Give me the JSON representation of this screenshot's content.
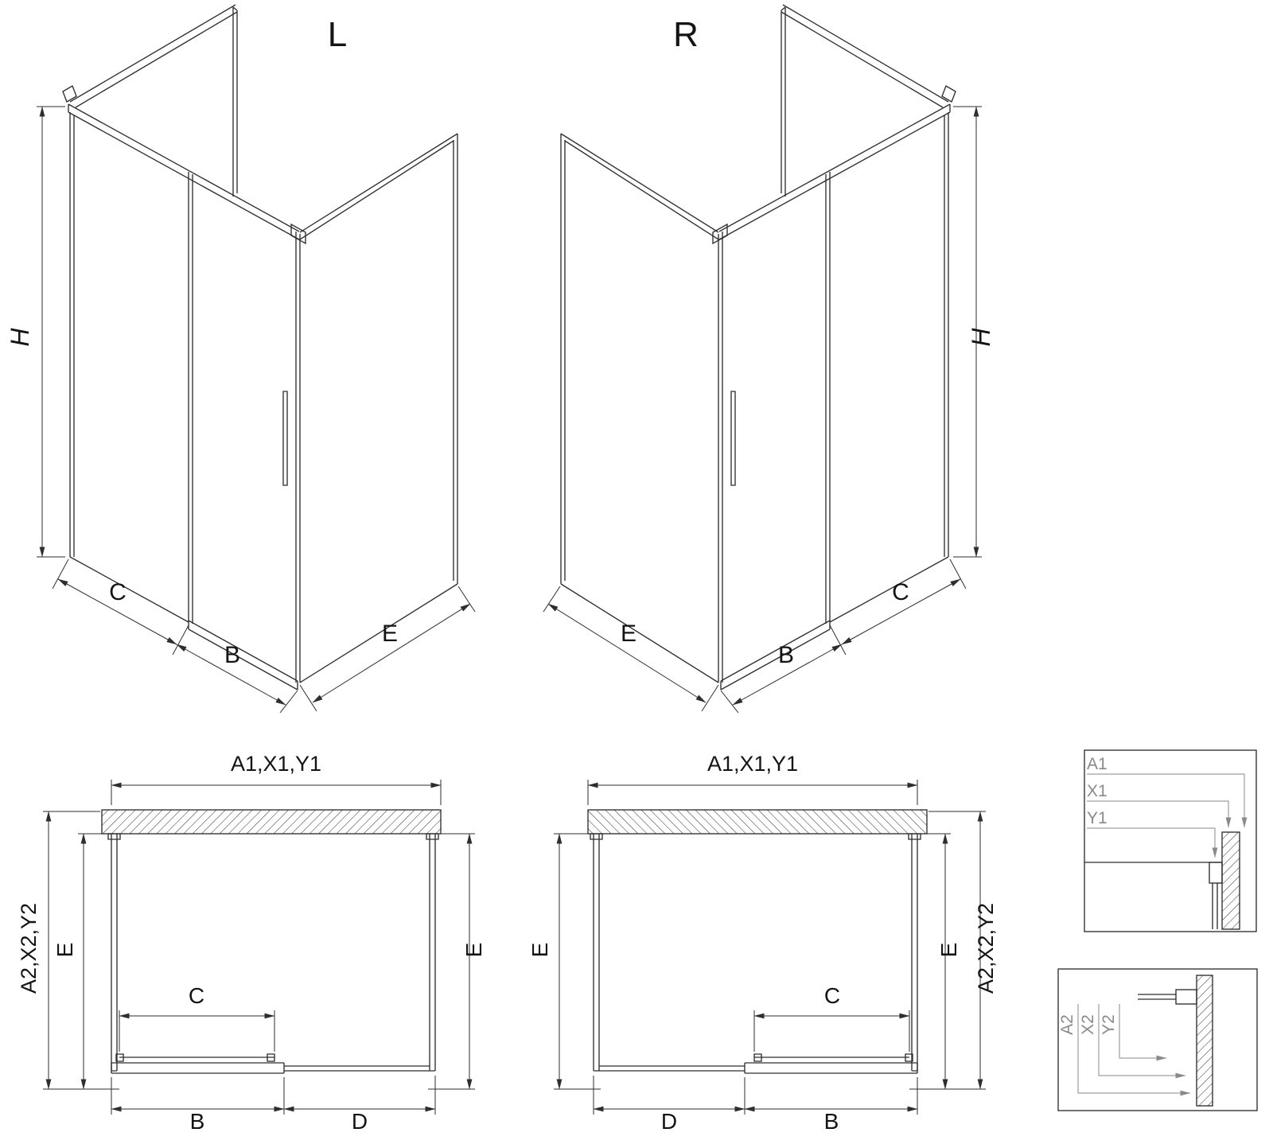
{
  "drawing": {
    "background": "#ffffff",
    "line_color": "#2e2e2e",
    "detail_color": "#8a8a8a"
  },
  "iso_left": {
    "view_label": "L",
    "dim_height": "H",
    "dim_fixed_width": "C",
    "dim_door_width": "B",
    "dim_side_depth": "E"
  },
  "iso_right": {
    "view_label": "R",
    "dim_height": "H",
    "dim_fixed_width": "C",
    "dim_door_width": "B",
    "dim_side_depth": "E"
  },
  "plan_left": {
    "dim_total_width": "A1,X1,Y1",
    "dim_total_depth": "A2,X2,Y2",
    "dim_depth_left": "E",
    "dim_depth_right": "E",
    "dim_slider_width": "C",
    "dim_door_section": "B",
    "dim_fixed_section": "D"
  },
  "plan_right": {
    "dim_total_width": "A1,X1,Y1",
    "dim_total_depth": "A2,X2,Y2",
    "dim_depth_left": "E",
    "dim_depth_right": "E",
    "dim_slider_width": "C",
    "dim_door_section": "B",
    "dim_fixed_section": "D"
  },
  "detail_top": {
    "labels": [
      "A1",
      "X1",
      "Y1"
    ]
  },
  "detail_bottom": {
    "labels": [
      "A2",
      "X2",
      "Y2"
    ]
  }
}
